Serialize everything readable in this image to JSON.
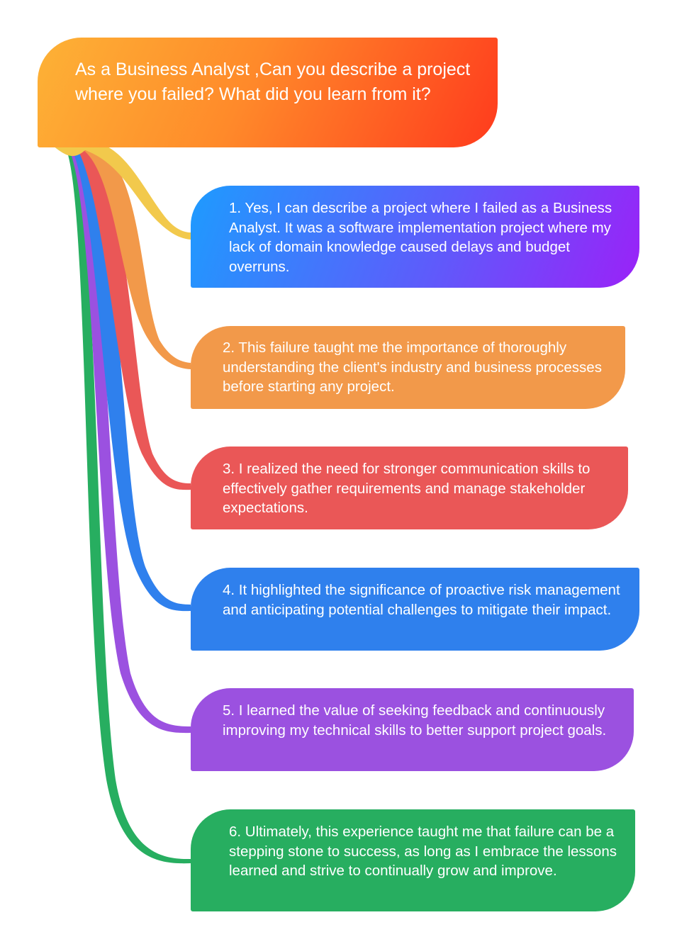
{
  "diagram": {
    "type": "mind-map",
    "root": {
      "text": "As a Business Analyst ,Can you describe a project where you failed? What did you learn from it?",
      "gradient": [
        "#fdb236",
        "#ff3b1d"
      ]
    },
    "branches": [
      {
        "text": "1. Yes, I can describe a project where I failed as a Business Analyst. It was a software implementation project where my lack of domain knowledge caused delays and budget overruns.",
        "color": "#5d5cfb",
        "connector_color": "#f2c94c"
      },
      {
        "text": "2. This failure taught me the importance of thoroughly understanding the client's industry and business processes before starting any project.",
        "color": "#f2994a",
        "connector_color": "#f2994a"
      },
      {
        "text": "3. I realized the need for stronger communication skills to effectively gather requirements and manage stakeholder expectations.",
        "color": "#ea5757",
        "connector_color": "#ea5757"
      },
      {
        "text": "4. It highlighted the significance of proactive risk management and anticipating potential challenges to mitigate their impact.",
        "color": "#2f80ed",
        "connector_color": "#2f80ed"
      },
      {
        "text": "5. I learned the value of seeking feedback and continuously improving my technical skills to better support project goals.",
        "color": "#9b51e0",
        "connector_color": "#9b51e0"
      },
      {
        "text": "6. Ultimately, this experience taught me that failure can be a stepping stone to success, as long as I embrace the lessons learned and strive to continually grow and improve.",
        "color": "#27ae60",
        "connector_color": "#27ae60"
      }
    ]
  }
}
